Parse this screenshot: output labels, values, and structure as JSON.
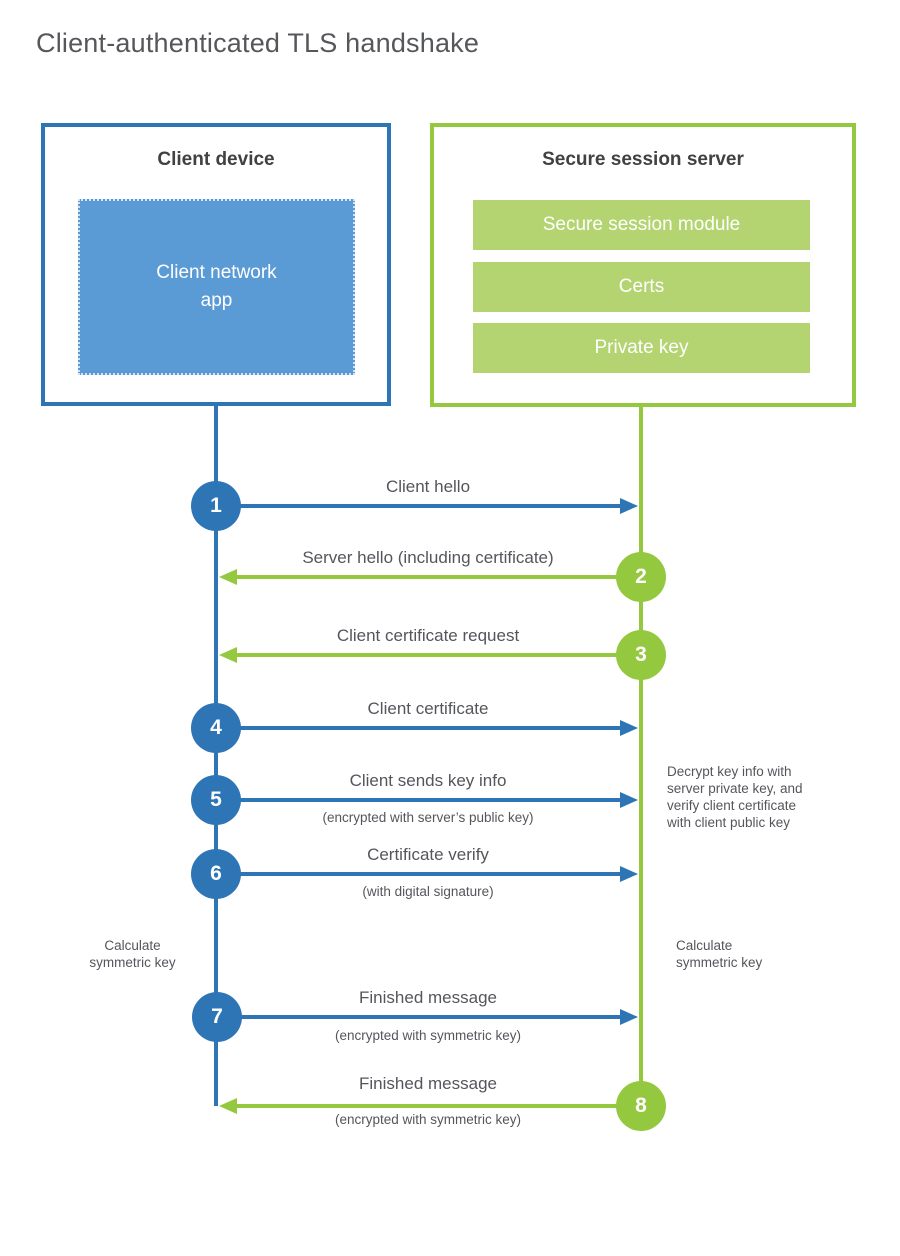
{
  "title": "Client-authenticated TLS handshake",
  "client": {
    "title": "Client device",
    "app_lines": [
      "Client network",
      "app"
    ]
  },
  "server": {
    "title": "Secure session server",
    "modules": [
      "Secure session module",
      "Certs",
      "Private key"
    ]
  },
  "steps": [
    {
      "num": "1",
      "label": "Client hello",
      "sublabel": "",
      "direction": "client-to-server"
    },
    {
      "num": "2",
      "label": "Server hello (including certificate)",
      "sublabel": "",
      "direction": "server-to-client"
    },
    {
      "num": "3",
      "label": "Client certificate request",
      "sublabel": "",
      "direction": "server-to-client"
    },
    {
      "num": "4",
      "label": "Client certificate",
      "sublabel": "",
      "direction": "client-to-server"
    },
    {
      "num": "5",
      "label": "Client sends key info",
      "sublabel": "(encrypted with server’s public key)",
      "direction": "client-to-server"
    },
    {
      "num": "6",
      "label": "Certificate verify",
      "sublabel": "(with digital signature)",
      "direction": "client-to-server"
    },
    {
      "num": "7",
      "label": "Finished message",
      "sublabel": "(encrypted with symmetric key)",
      "direction": "client-to-server"
    },
    {
      "num": "8",
      "label": "Finished message",
      "sublabel": "(encrypted with symmetric key)",
      "direction": "server-to-client"
    }
  ],
  "notes": {
    "decrypt": {
      "lines": [
        "Decrypt key info with",
        "server private key, and",
        "verify client certificate",
        "with client public key"
      ]
    },
    "calc_client": {
      "lines": [
        "Calculate",
        "symmetric key"
      ]
    },
    "calc_server": {
      "lines": [
        "Calculate",
        "symmetric key"
      ]
    }
  },
  "colors": {
    "blue": "#2e75b6",
    "blue_fill": "#5b9bd5",
    "green": "#94c83f",
    "green_fill": "#b3d470",
    "text_gray": "#54565b"
  }
}
